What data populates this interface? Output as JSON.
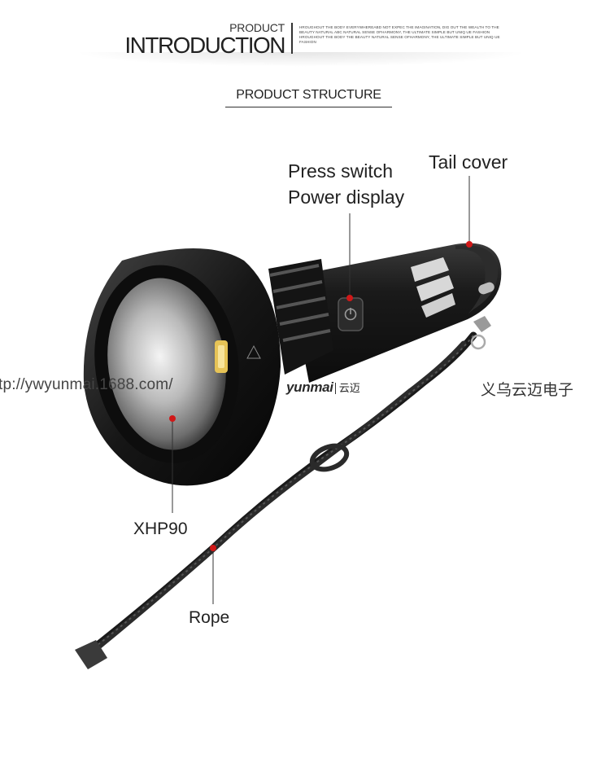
{
  "header": {
    "kicker": "PRODUCT",
    "title": "INTRODUCTION",
    "blurb": "HROUGHOUT THE BODY EVERYWHEREABD NOT EXPEC THE IMAGINATION, DIG OUT THE WEALTH TO THE BEAUTY NATURAL ABC NATURAL SENSE OFHARMONY, THE ULTIMATE SIMPLE BUT UNIQ UE FASHION HROUGHOUT THE BODY THE BEAUTY NATURAL SENSE OFHARMONY, THE ULTIMATE SIMPLE BUT UNIQ UE FASHION"
  },
  "section": {
    "title": "PRODUCT STRUCTURE"
  },
  "labels": {
    "press_switch": "Press switch",
    "power_display": "Power display",
    "tail_cover": "Tail cover",
    "led": "XHP90",
    "rope": "Rope"
  },
  "watermark": {
    "url": "tp://ywyunmai.1688.com/",
    "company_cn": "义乌云迈电子"
  },
  "brand": {
    "name": "yunmai",
    "name_cn": "云迈"
  },
  "colors": {
    "pointer": "#d01818",
    "body": "#1b1b1b",
    "accent_text": "#222222"
  }
}
